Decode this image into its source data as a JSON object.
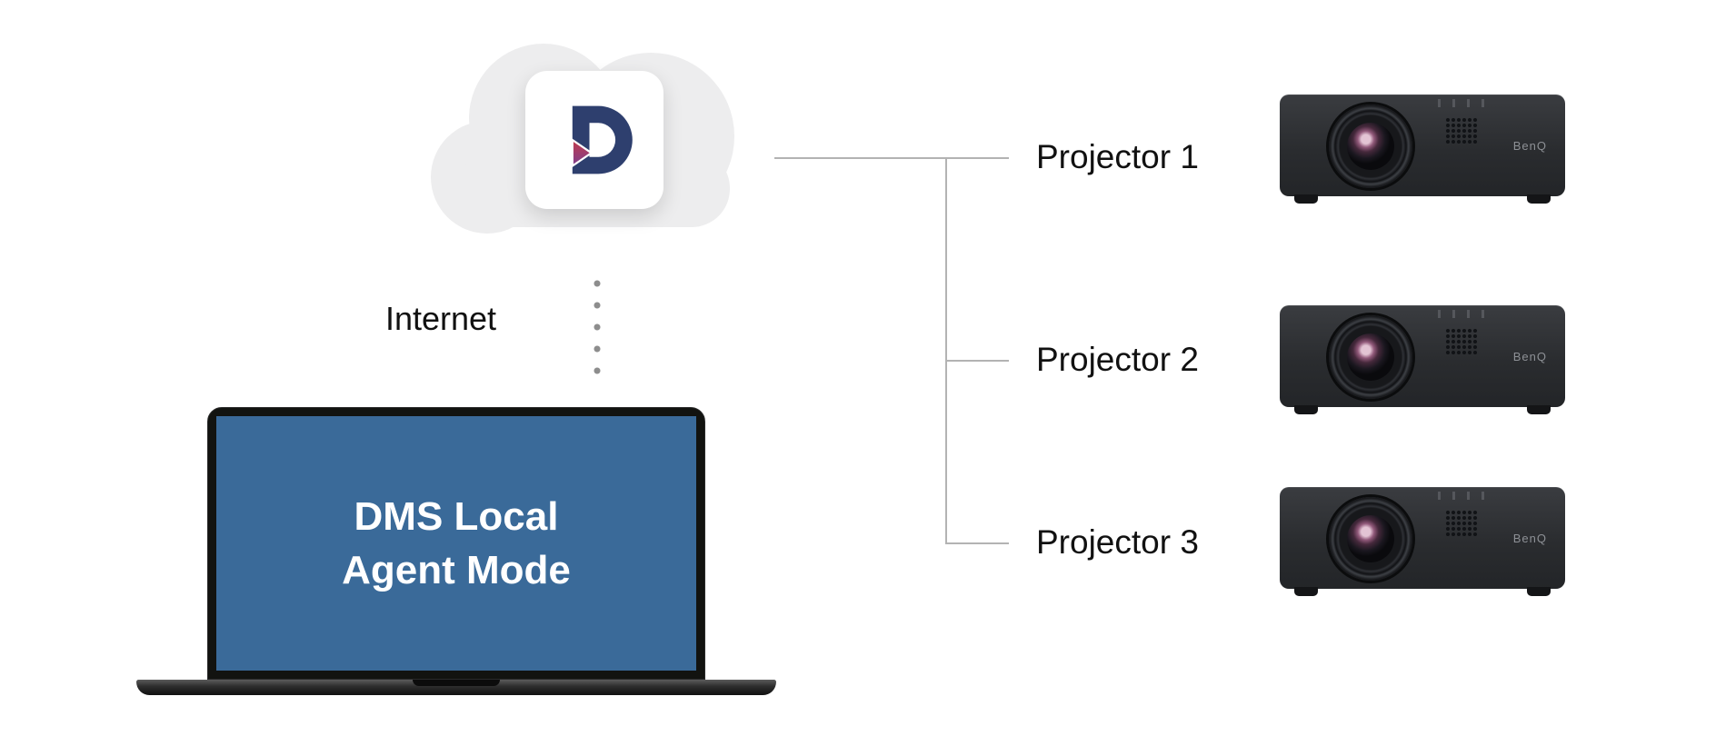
{
  "cloud": {
    "logo_letter": "D"
  },
  "internet": {
    "label": "Internet"
  },
  "laptop": {
    "screen_line1": "DMS Local",
    "screen_line2": "Agent Mode"
  },
  "projectors": [
    {
      "label": "Projector 1",
      "brand": "BenQ"
    },
    {
      "label": "Projector 2",
      "brand": "BenQ"
    },
    {
      "label": "Projector 3",
      "brand": "BenQ"
    }
  ],
  "colors": {
    "cloud_gray": "#ededee",
    "logo_navy": "#2e3f6e",
    "logo_accent_top": "#c23b4b",
    "logo_accent_bottom": "#7d3f8f",
    "screen_blue": "#3a6a99",
    "connector_gray": "#b3b3b3",
    "projector_body": "#2c2e31"
  }
}
